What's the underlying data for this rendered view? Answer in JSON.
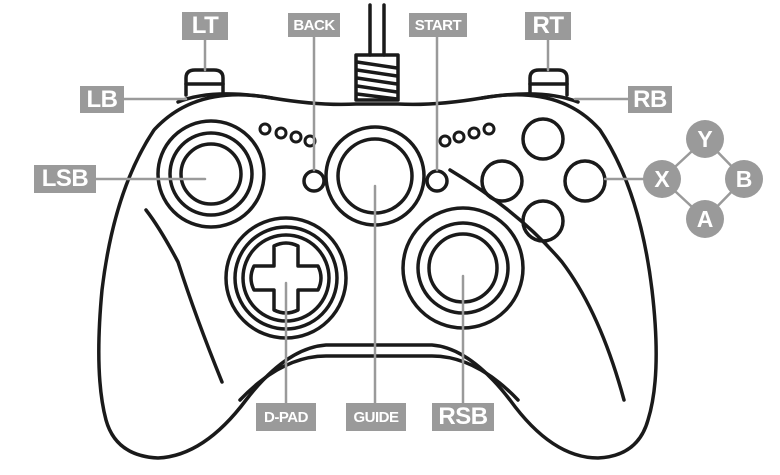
{
  "colors": {
    "outline": "#1a1a1a",
    "label_bg": "#9a9a9a",
    "label_text": "#ffffff",
    "leader": "#9a9a9a"
  },
  "labels": {
    "lt": "LT",
    "rt": "RT",
    "back": "BACK",
    "start": "START",
    "lb": "LB",
    "rb": "RB",
    "lsb": "LSB",
    "dpad": "D-PAD",
    "guide": "GUIDE",
    "rsb": "RSB"
  },
  "face_buttons": {
    "y": "Y",
    "x": "X",
    "b": "B",
    "a": "A"
  },
  "icons": [
    "gamepad-outline",
    "face-button-diamond"
  ]
}
